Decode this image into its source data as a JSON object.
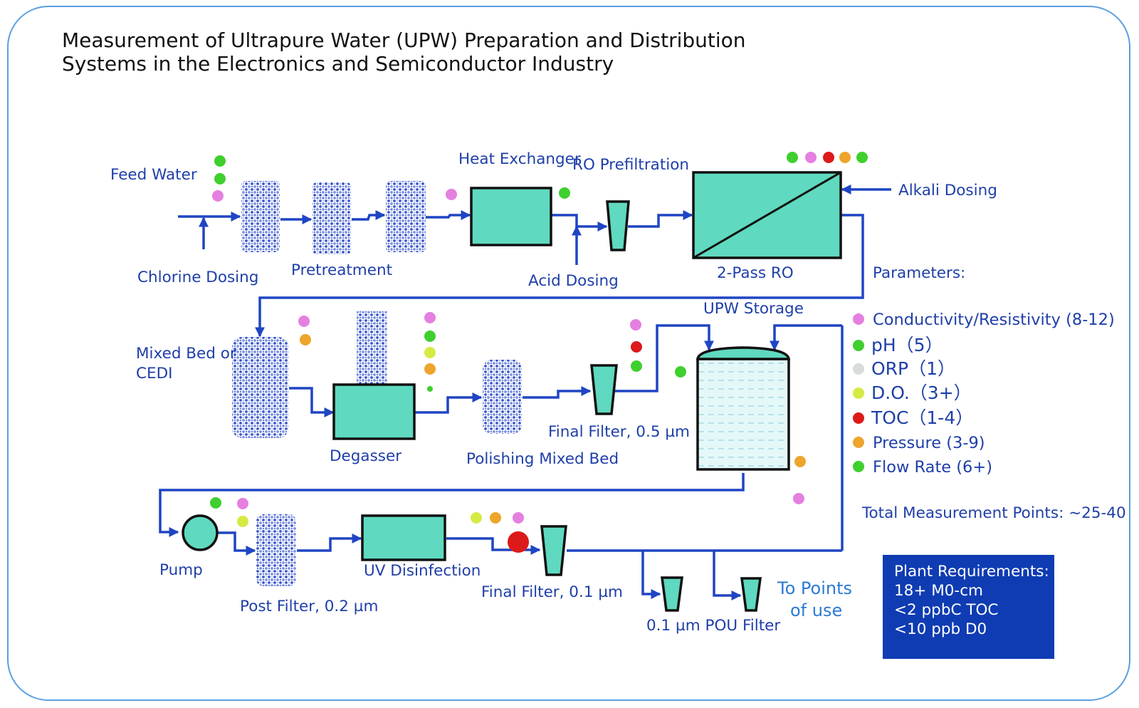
{
  "title": {
    "line1": "Measurement of Ultrapure Water (UPW) Preparation and Distribution",
    "line2": "Systems in the Electronics and Semiconductor Industry"
  },
  "labels": {
    "feed_water": "Feed Water",
    "chlorine_dosing": "Chlorine Dosing",
    "pretreatment": "Pretreatment",
    "heat_exchanger": "Heat Exchanger",
    "ro_prefiltration": "RO Prefiltration",
    "acid_dosing": "Acid Dosing",
    "two_pass_ro": "2-Pass RO",
    "alkali_dosing": "Alkali Dosing",
    "parameters": "Parameters:",
    "upw_storage": "UPW Storage",
    "mixed_bed_1": "Mixed Bed or",
    "mixed_bed_2": "CEDI",
    "degasser": "Degasser",
    "polishing_mixed_bed": "Polishing Mixed Bed",
    "final_filter_05": "Final Filter, 0.5 µm",
    "pump": "Pump",
    "post_filter": "Post Filter, 0.2 µm",
    "uv_disinfection": "UV Disinfection",
    "final_filter_01": "Final Filter, 0.1 µm",
    "pou_filter": "0.1 µm POU Filter",
    "to_points_1": "To Points",
    "to_points_2": "of use"
  },
  "legend": [
    {
      "label": "Conductivity/Resistivity (8-12)",
      "color": "#e57fe0"
    },
    {
      "label": "pH（5）",
      "color": "#3fcf2e"
    },
    {
      "label": "ORP（1）",
      "color": "#d8dcdc"
    },
    {
      "label": "D.O.（3+）",
      "color": "#d6ea44"
    },
    {
      "label": "TOC（1-4）",
      "color": "#dd1a1a"
    },
    {
      "label": "Pressure (3-9)",
      "color": "#eda52c"
    },
    {
      "label": "Flow Rate (6+)",
      "color": "#3fcf2e"
    }
  ],
  "total_points": "Total Measurement Points: ~25-40",
  "requirements": {
    "title": "Plant Requirements:",
    "lines": [
      "18+ M0-cm",
      "<2 ppbC TOC",
      "<10 ppb D0"
    ]
  },
  "colors": {
    "pipe": "#1f45c4",
    "equipment": "#5fd9bf",
    "label_text": "#1f3fa8",
    "requirements_box": "#0f3cb3",
    "frame": "#5b9fe0"
  }
}
